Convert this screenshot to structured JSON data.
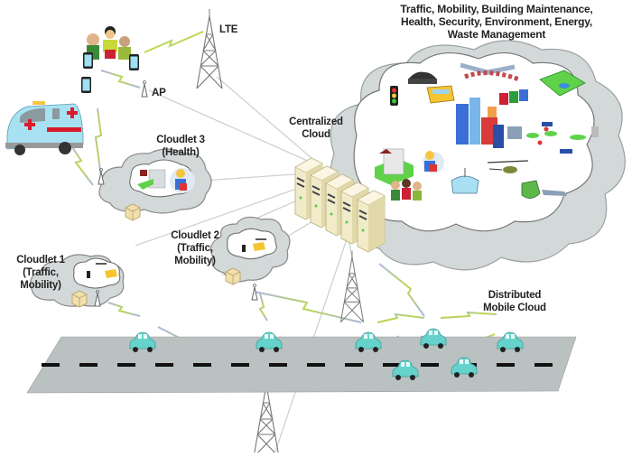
{
  "diagram": {
    "title_lines": [
      "Traffic, Mobility, Building Maintenance,",
      "Health, Security, Environment, Energy,",
      "Waste Management"
    ],
    "nodes": {
      "lte": {
        "label": "LTE"
      },
      "ap": {
        "label": "AP"
      },
      "centralized_cloud": {
        "label_lines": [
          "Centralized",
          "Cloud"
        ]
      },
      "cloudlet3": {
        "label_lines": [
          "Cloudlet 3",
          "(Health)"
        ]
      },
      "cloudlet2": {
        "label_lines": [
          "Cloudlet 2",
          "(Traffic,",
          "Mobility)"
        ]
      },
      "cloudlet1": {
        "label_lines": [
          "Cloudlet 1",
          "(Traffic,",
          "Mobility)"
        ]
      },
      "distributed_mobile_cloud": {
        "label_lines": [
          "Distributed",
          "Mobile Cloud"
        ]
      }
    },
    "cloud_service_icons": [
      "traffic-light",
      "car",
      "school-bus",
      "road-network",
      "recycle-bins",
      "park-map",
      "city-buildings",
      "energy-grid",
      "hospital-building",
      "doctor",
      "family",
      "patient-bed",
      "helicopter",
      "security-shield"
    ],
    "colors": {
      "road": "#b9c1c1",
      "cloud_outer": "#d3d9d9",
      "cloud_inner": "#ffffff",
      "car": "#66d2cc",
      "wireless_link": "#b9d84a",
      "server": "#f1ebc9",
      "ambulance": "#a8e2f2"
    }
  }
}
